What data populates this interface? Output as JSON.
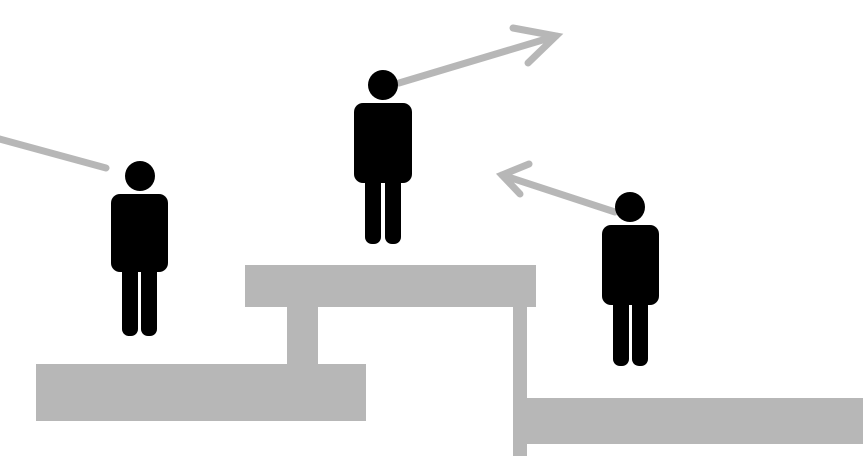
{
  "diagram": {
    "figures": [
      {
        "id": "left",
        "icon": "person-icon",
        "gaze": "upper-left"
      },
      {
        "id": "top",
        "icon": "person-icon",
        "gaze": "upper-right"
      },
      {
        "id": "right",
        "icon": "person-icon",
        "gaze": "upper-left"
      }
    ],
    "platforms": [
      {
        "id": "low-left",
        "level": "low"
      },
      {
        "id": "high-center",
        "level": "high"
      },
      {
        "id": "low-right",
        "level": "low"
      }
    ],
    "colors": {
      "background": "#ffffff",
      "figure": "#000000",
      "platform": "#b7b7b7",
      "arrow": "#b7b7b7"
    }
  }
}
